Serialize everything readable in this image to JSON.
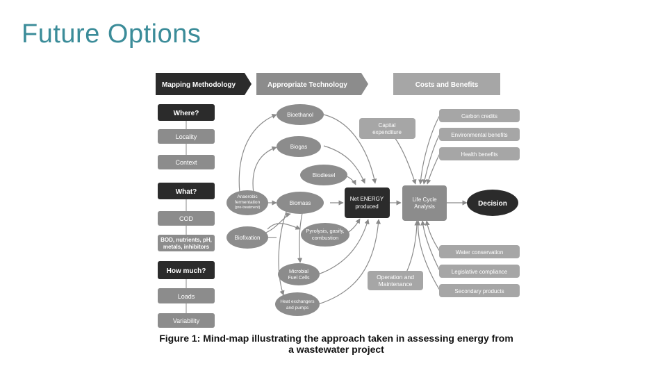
{
  "slide": {
    "title": "Future Options"
  },
  "headers": {
    "mapping": "Mapping Methodology",
    "technology": "Appropriate Technology",
    "costs": "Costs and Benefits"
  },
  "left_column": {
    "where": "Where?",
    "locality": "Locality",
    "context": "Context",
    "what": "What?",
    "cod": "COD",
    "bod": [
      "BOD, nutrients, pH,",
      "metals, inhibitors"
    ],
    "how_much": "How much?",
    "loads": "Loads",
    "variability": "Variability"
  },
  "technologies": {
    "bioethanol": "Bioethanol",
    "biogas": "Biogas",
    "biodiesel": "Biodiesel",
    "anaerobic": [
      "Anaerobic",
      "fermentation",
      "(pre-treatment)"
    ],
    "biomass": "Biomass",
    "biofixation": "Biofixation",
    "pyrolysis": [
      "Pyrolysis, gasify,",
      "combustion"
    ],
    "microbial": [
      "Microbial",
      "Fuel Cells"
    ],
    "heat": [
      "Heat exchangers",
      "and pumps"
    ]
  },
  "center": {
    "capital": [
      "Capital",
      "expenditure"
    ],
    "net_energy": [
      "Net ENERGY",
      "produced"
    ],
    "lca": [
      "Life Cycle",
      "Analysis"
    ],
    "decision": "Decision",
    "om": [
      "Operation and",
      "Maintenance"
    ]
  },
  "benefits_top": [
    "Carbon credits",
    "Environmental benefits",
    "Health benefits"
  ],
  "benefits_bottom": [
    "Water conservation",
    "Legislative compliance",
    "Secondary products"
  ],
  "caption": {
    "line1": "Figure 1: Mind-map illustrating the approach taken in assessing energy from",
    "line2": "a wastewater project"
  },
  "colors": {
    "title": "#3b8c99",
    "dark": "#2b2b2b",
    "medium": "#8c8c8c",
    "light": "#a6a6a6",
    "arrow": "#8a8a8a"
  }
}
